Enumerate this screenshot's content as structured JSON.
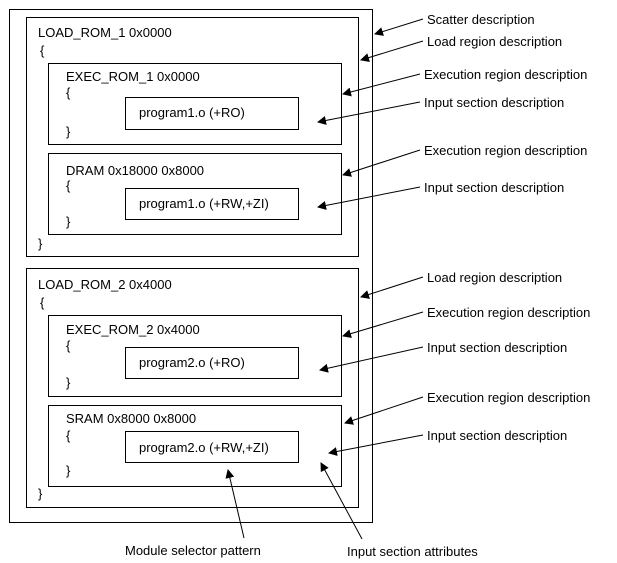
{
  "load_regions": [
    {
      "header": "LOAD_ROM_1 0x0000",
      "open_brace": "{",
      "close_brace": "}",
      "exec_regions": [
        {
          "header": "EXEC_ROM_1 0x0000",
          "open_brace": "{",
          "close_brace": "}",
          "section": "program1.o (+RO)"
        },
        {
          "header": "DRAM 0x18000 0x8000",
          "open_brace": "{",
          "close_brace": "}",
          "section": "program1.o (+RW,+ZI)"
        }
      ]
    },
    {
      "header": "LOAD_ROM_2 0x4000",
      "open_brace": "{",
      "close_brace": "}",
      "exec_regions": [
        {
          "header": "EXEC_ROM_2 0x4000",
          "open_brace": "{",
          "close_brace": "}",
          "section": "program2.o (+RO)"
        },
        {
          "header": "SRAM 0x8000 0x8000",
          "open_brace": "{",
          "close_brace": "}",
          "section": "program2.o (+RW,+ZI)"
        }
      ]
    }
  ],
  "annotations": {
    "scatter": "Scatter description",
    "load_1": "Load region description",
    "exec_1a": "Execution region description",
    "input_1a": "Input section description",
    "exec_1b": "Execution region description",
    "input_1b": "Input section description",
    "load_2": "Load region description",
    "exec_2a": "Execution region description",
    "input_2a": "Input section description",
    "exec_2b": "Execution region description",
    "input_2b": "Input section description",
    "module_selector": "Module selector pattern",
    "input_attributes": "Input section attributes"
  }
}
